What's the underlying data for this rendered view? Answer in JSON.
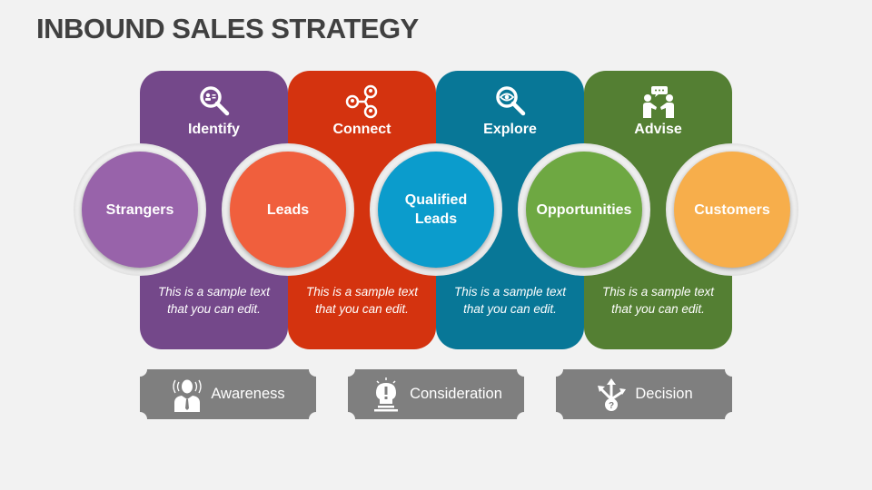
{
  "title": "INBOUND SALES STRATEGY",
  "colors": {
    "purple": "#74488a",
    "red": "#d4330f",
    "teal": "#087797",
    "green": "#547f33",
    "strangers": "#9863aa",
    "leads": "#f05f3d",
    "qualified_leads": "#0b9ccc",
    "opportunities": "#6ea842",
    "customers": "#f7ae4b",
    "stage_gray": "#7f7f7f",
    "background": "#f2f2f2"
  },
  "columns": [
    {
      "title": "Identify",
      "icon": "magnifier-person-icon",
      "description": "This is a sample text that you can edit."
    },
    {
      "title": "Connect",
      "icon": "network-people-icon",
      "description": "This is a sample text that you can edit."
    },
    {
      "title": "Explore",
      "icon": "magnifier-eye-icon",
      "description": "This is a sample text that you can edit."
    },
    {
      "title": "Advise",
      "icon": "people-conversation-icon",
      "description": "This is a sample text that you can edit."
    }
  ],
  "circles": [
    {
      "label": "Strangers"
    },
    {
      "label": "Leads"
    },
    {
      "label": "Qualified Leads"
    },
    {
      "label": "Opportunities"
    },
    {
      "label": "Customers"
    }
  ],
  "stages": [
    {
      "label": "Awareness",
      "icon": "person-broadcast-icon"
    },
    {
      "label": "Consideration",
      "icon": "lightbulb-head-icon"
    },
    {
      "label": "Decision",
      "icon": "arrows-question-icon"
    }
  ]
}
